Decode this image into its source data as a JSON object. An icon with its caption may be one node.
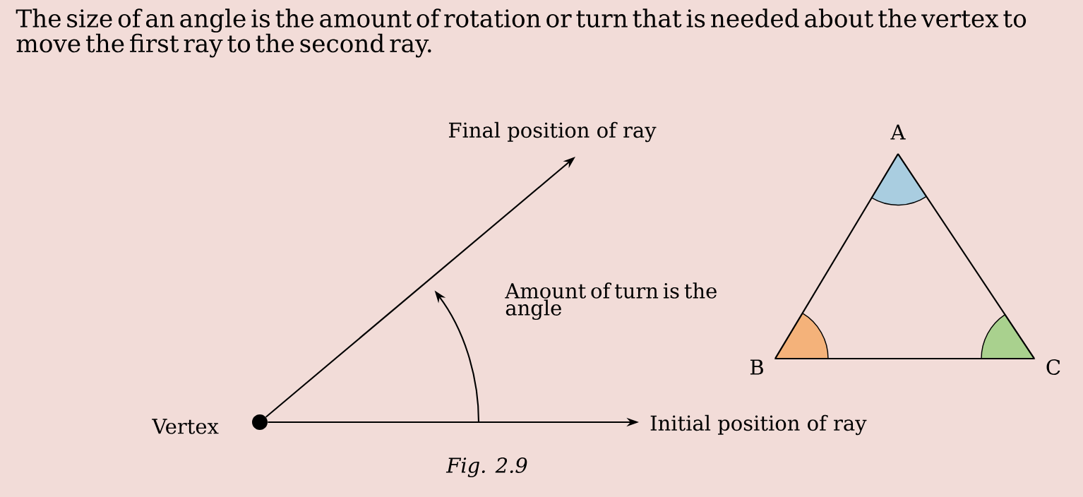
{
  "diagram": {
    "caption": "Fig. 2.9",
    "nodes": [
      {
        "text": [],
        "shape": "circle",
        "beside": [
          "Vertex"
        ]
      },
      {
        "text": [
          "Final position of ray"
        ]
      },
      {
        "text": [
          "Initial position of ray"
        ]
      },
      {
        "text": [],
        "shape": "sector",
        "beside": [
          "A"
        ]
      },
      {
        "text": [],
        "shape": "sector",
        "beside": [
          "B"
        ]
      },
      {
        "text": [],
        "shape": "sector",
        "beside": [
          "C"
        ]
      }
    ],
    "edges": [
      {
        "from": 0,
        "to": 1,
        "arrow": "to"
      },
      {
        "from": 0,
        "to": 2,
        "arrow": "to"
      },
      {
        "from": 3,
        "to": 4,
        "arrow": "none"
      },
      {
        "from": 4,
        "to": 5,
        "arrow": "none"
      },
      {
        "from": 5,
        "to": 3,
        "arrow": "none"
      }
    ],
    "labels": [
      "The size of an angle is the amount of rotation or turn that is needed about the vertex to move the first ray to the second ray.",
      "Amount of turn is the angle"
    ]
  }
}
